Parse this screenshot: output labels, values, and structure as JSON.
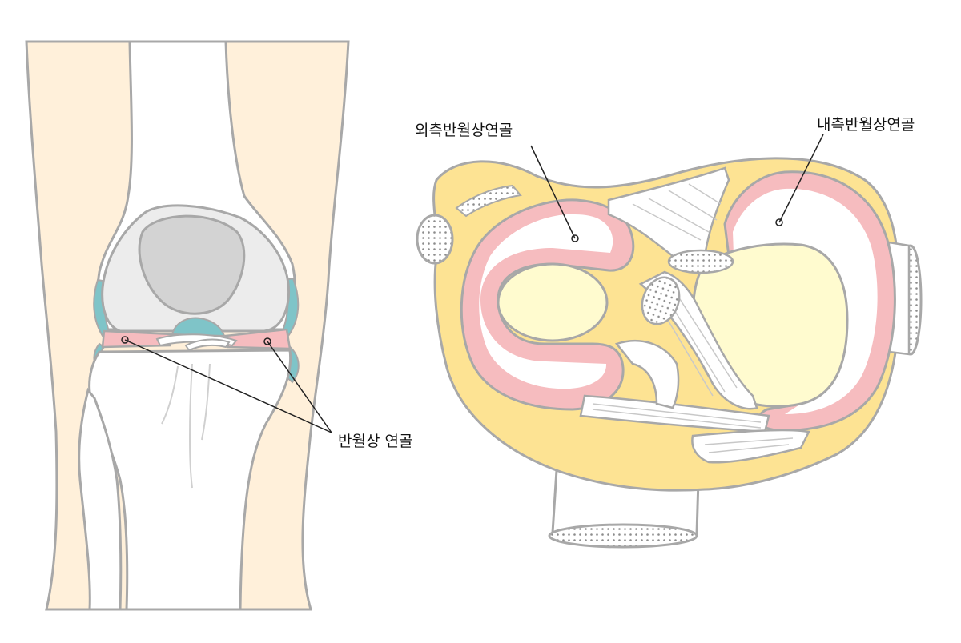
{
  "labels": {
    "meniscus": "반월상 연골",
    "lateral_meniscus": "외측반월상연골",
    "medial_meniscus": "내측반월상연골"
  },
  "colors": {
    "skin": "#fff0da",
    "outline": "#a8a8a8",
    "bone": "#ffffff",
    "patella": "#d3d3d3",
    "femur_condyle": "#ececec",
    "cartilage_teal": "#7fc4c8",
    "meniscus_pink": "#f6bcbf",
    "tibia_plateau": "#fde393",
    "plateau_center": "#fffbcf",
    "leader_line": "#222222"
  }
}
